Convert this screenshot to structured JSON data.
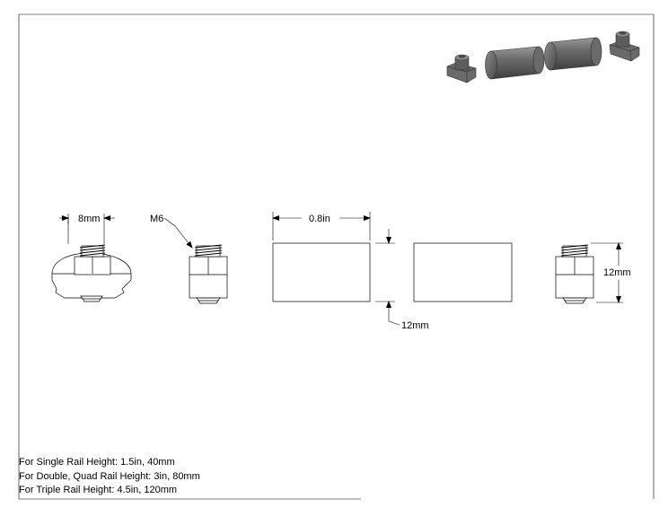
{
  "dimensions": {
    "nut_width": "8mm",
    "thread": "M6",
    "tube_length": "0.8in",
    "tube_diameter": "12mm",
    "end_height": "12mm"
  },
  "notes": [
    "For Single Rail Height: 1.5in, 40mm",
    "For Double, Quad Rail Height: 3in, 80mm",
    "For Triple Rail Height: 4.5in, 120mm"
  ],
  "colors": {
    "line": "#000000",
    "metal_dark": "#5a5a5a",
    "metal_mid": "#8c8c8c",
    "metal_light": "#bdbdbd"
  }
}
